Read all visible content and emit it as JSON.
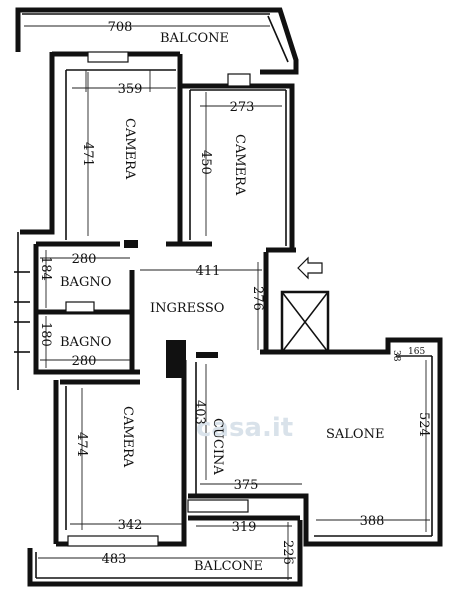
{
  "rooms": {
    "balcone_top": "BALCONE",
    "camera_1": "CAMERA",
    "camera_2": "CAMERA",
    "bagno_1": "BAGNO",
    "bagno_2": "BAGNO",
    "ingresso": "INGRESSO",
    "camera_3": "CAMERA",
    "cucina": "CUCINA",
    "salone": "SALONE",
    "balcone_bottom": "BALCONE"
  },
  "dimensions": {
    "balcone_top_width": "708",
    "camera_1_width": "359",
    "camera_1_height": "471",
    "camera_2_width": "273",
    "camera_2_height": "450",
    "bagno_1_width": "280",
    "bagno_1_height": "184",
    "ingresso_width": "411",
    "ingresso_height": "276",
    "bagno_2_height": "180",
    "bagno_2_width": "280",
    "salone_small_a": "165",
    "salone_small_b": "38",
    "camera_3_height": "474",
    "cucina_height": "403",
    "salone_height": "524",
    "cucina_width": "375",
    "camera_3_width": "342",
    "balcone_mid_width": "319",
    "salone_width": "388",
    "balcone_bottom_width": "483",
    "balcone_bottom_depth": "226"
  },
  "watermark": "casa.it",
  "icons": {
    "entrance": "entrance-arrow-icon",
    "stairwell": "stairwell-cross-icon"
  }
}
